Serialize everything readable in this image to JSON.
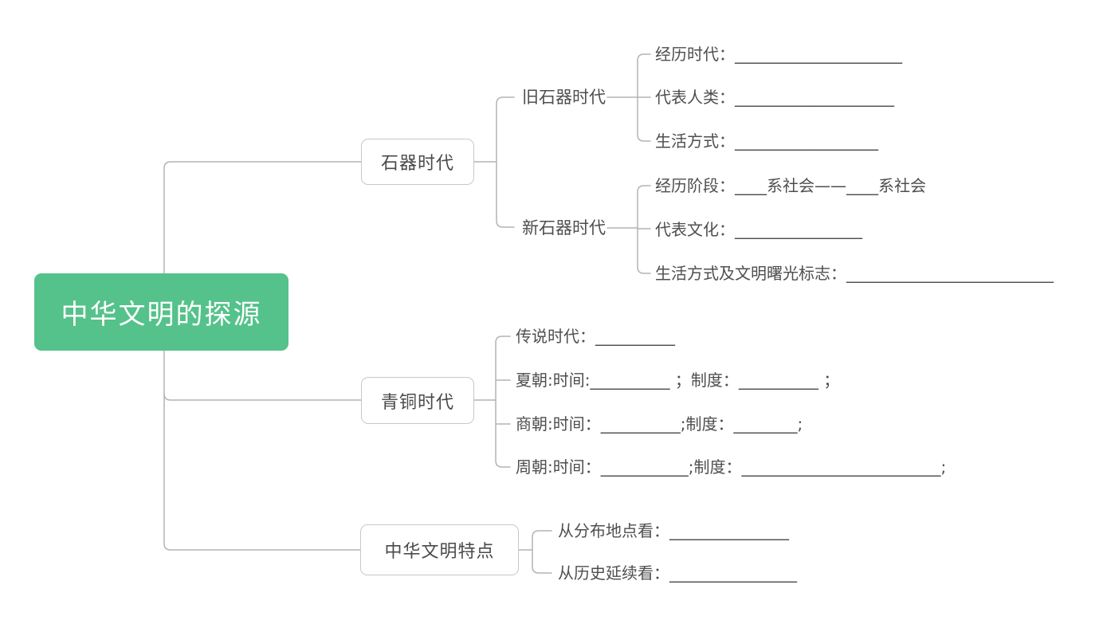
{
  "colors": {
    "root_bg": "#55c28b",
    "root_text": "#ffffff",
    "box_border": "#c8c8c8",
    "text": "#4e4e4e",
    "connector": "#b4b4b4"
  },
  "root": {
    "label": "中华文明的探源"
  },
  "branches": [
    {
      "label": "石器时代",
      "children": [
        {
          "label": "旧石器时代",
          "children": [
            {
              "label": "经历时代：_____________________"
            },
            {
              "label": "代表人类：____________________"
            },
            {
              "label": "生活方式：__________________"
            }
          ]
        },
        {
          "label": "新石器时代",
          "children": [
            {
              "label": "经历阶段：____系社会——____系社会"
            },
            {
              "label": "代表文化：________________"
            },
            {
              "label": "生活方式及文明曙光标志：__________________________"
            }
          ]
        }
      ]
    },
    {
      "label": "青铜时代",
      "children": [
        {
          "label": "传说时代：__________"
        },
        {
          "label": "夏朝:时间:__________ ；制度：__________ ；"
        },
        {
          "label": "商朝:时间：__________;制度：________;"
        },
        {
          "label": "周朝:时间：___________;制度：_________________________;"
        }
      ]
    },
    {
      "label": "中华文明特点",
      "children": [
        {
          "label": "从分布地点看：_______________"
        },
        {
          "label": "从历史延续看：________________"
        }
      ]
    }
  ]
}
